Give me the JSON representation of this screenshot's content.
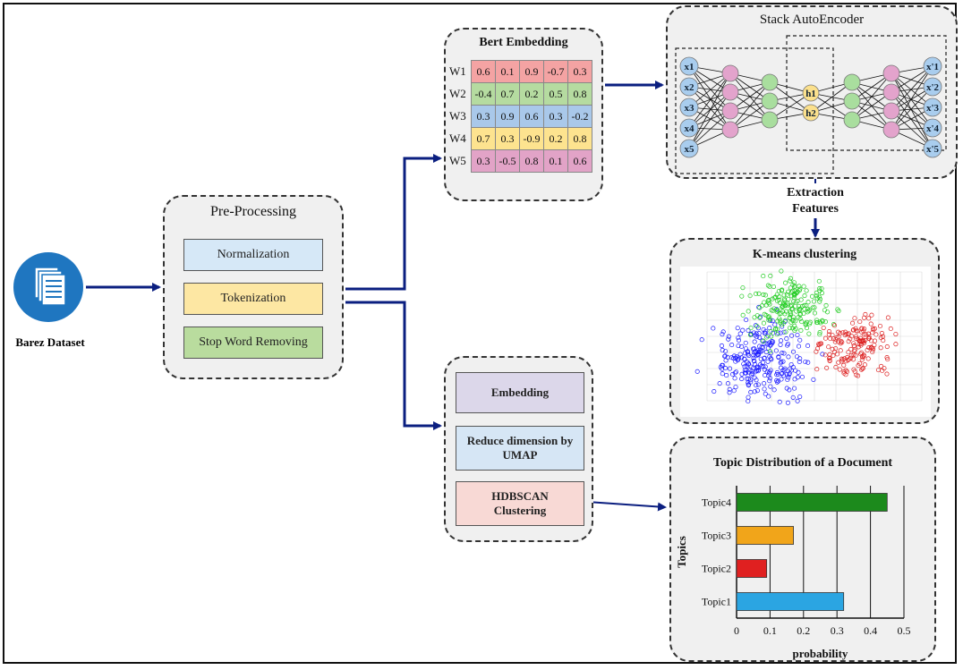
{
  "dataset": {
    "label": "Barez Dataset",
    "icon": "documents-icon"
  },
  "preprocessing": {
    "title": "Pre-Processing",
    "steps": [
      {
        "label": "Normalization",
        "color": "#d6e8f7"
      },
      {
        "label": "Tokenization",
        "color": "#fde7a3"
      },
      {
        "label": "Stop Word Removing",
        "color": "#b9dc9e"
      }
    ]
  },
  "bert": {
    "title": "Bert Embedding",
    "rows": [
      {
        "word": "W1",
        "values": [
          "0.6",
          "0.1",
          "0.9",
          "-0.7",
          "0.3"
        ],
        "color": "#f4a3a3"
      },
      {
        "word": "W2",
        "values": [
          "-0.4",
          "0.7",
          "0.2",
          "0.5",
          "0.8"
        ],
        "color": "#b5dba0"
      },
      {
        "word": "W3",
        "values": [
          "0.3",
          "0.9",
          "0.6",
          "0.3",
          "-0.2"
        ],
        "color": "#a9c8ea"
      },
      {
        "word": "W4",
        "values": [
          "0.7",
          "0.3",
          "-0.9",
          "0.2",
          "0.8"
        ],
        "color": "#fde38f"
      },
      {
        "word": "W5",
        "values": [
          "0.3",
          "-0.5",
          "0.8",
          "0.1",
          "0.6"
        ],
        "color": "#e2a3c7"
      }
    ]
  },
  "autoencoder": {
    "title": "Stack AutoEncoder",
    "inputs": [
      "x1",
      "x2",
      "x3",
      "x4",
      "x5"
    ],
    "hidden": [
      "h1",
      "h2"
    ],
    "outputs": [
      "x'1",
      "x'2",
      "x'3",
      "x'4",
      "x'5"
    ],
    "extraction_label": [
      "Extraction",
      "Features"
    ]
  },
  "kmeans": {
    "title": "K-means clustering",
    "cluster_colors": [
      "#1a1aff",
      "#22cc22",
      "#dd2222"
    ]
  },
  "bertopic": {
    "steps": [
      {
        "label": "Embedding",
        "color": "#dcd7ea"
      },
      {
        "label": "Reduce dimension by UMAP",
        "color": "#d6e6f5"
      },
      {
        "label": "HDBSCAN Clustering",
        "color": "#f8d9d5"
      }
    ]
  },
  "topic_chart": {
    "title": "Topic Distribution of a Document"
  },
  "chart_data": {
    "type": "bar",
    "orientation": "horizontal",
    "title": "Topic Distribution of a Document",
    "categories": [
      "Topic1",
      "Topic2",
      "Topic3",
      "Topic4"
    ],
    "values": [
      0.32,
      0.09,
      0.17,
      0.45
    ],
    "colors": [
      "#2ba5e2",
      "#e02020",
      "#f1a51a",
      "#1c8a1c"
    ],
    "xlabel": "probability",
    "ylabel": "Topics",
    "xlim": [
      0,
      0.5
    ],
    "xticks": [
      "0",
      "0.1",
      "0.2",
      "0.3",
      "0.4",
      "0.5"
    ],
    "grid": "vertical"
  }
}
